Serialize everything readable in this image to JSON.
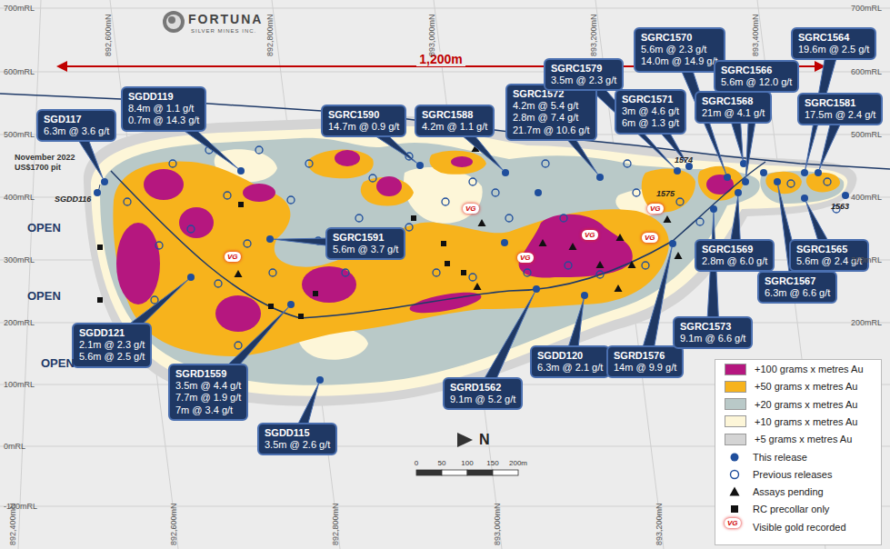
{
  "diagram": {
    "nodes": [
      {
        "text": [
          "SGD117",
          "6.3m @ 3.6 g/t"
        ]
      },
      {
        "text": [
          "SGDD119",
          "8.4m @ 1.1 g/t",
          "0.7m @ 14.3 g/t"
        ]
      },
      {
        "text": [
          "SGRC1590",
          "14.7m @ 0.9 g/t"
        ]
      },
      {
        "text": [
          "SGRC1588",
          "4.2m @ 1.1 g/t"
        ]
      },
      {
        "text": [
          "SGRC1572",
          "4.2m @ 5.4 g/t",
          "2.8m @ 7.4 g/t",
          "21.7m @ 10.6 g/t"
        ]
      },
      {
        "text": [
          "SGRC1579",
          "3.5m @ 2.3 g/t"
        ]
      },
      {
        "text": [
          "SGRC1571",
          "3m @ 4.6 g/t",
          "6m @ 1.3 g/t"
        ]
      },
      {
        "text": [
          "SGRC1570",
          "5.6m @ 2.3 g/t",
          "14.0m @ 14.9 g/t"
        ]
      },
      {
        "text": [
          "SGRC1566",
          "5.6m @ 12.0 g/t"
        ]
      },
      {
        "text": [
          "SGRC1564",
          "19.6m @ 2.5 g/t"
        ]
      },
      {
        "text": [
          "SGRC1568",
          "21m @ 4.1 g/t"
        ]
      },
      {
        "text": [
          "SGRC1581",
          "17.5m @ 2.4 g/t"
        ]
      },
      {
        "text": [
          "SGRC1591",
          "5.6m @ 3.7 g/t"
        ]
      },
      {
        "text": [
          "SGDD121",
          "2.1m @ 2.3 g/t",
          "5.6m @ 2.5 g/t"
        ]
      },
      {
        "text": [
          "SGRD1559",
          "3.5m @ 4.4 g/t",
          "7.7m @ 1.9 g/t",
          "7m @ 3.4 g/t"
        ]
      },
      {
        "text": [
          "SGDD115",
          "3.5m @ 2.6 g/t"
        ]
      },
      {
        "text": [
          "SGRD1562",
          "9.1m @ 5.2 g/t"
        ]
      },
      {
        "text": [
          "SGDD120",
          "6.3m @ 2.1 g/t"
        ]
      },
      {
        "text": [
          "SGRD1576",
          "14m @ 9.9 g/t"
        ]
      },
      {
        "text": [
          "SGRC1573",
          "9.1m @ 6.6 g/t"
        ]
      },
      {
        "text": [
          "SGRC1569",
          "2.8m @ 6.0 g/t"
        ]
      },
      {
        "text": [
          "SGRC1567",
          "6.3m @ 6.6 g/t"
        ]
      },
      {
        "text": [
          "SGRC1565",
          "5.6m @ 2.4 g/t"
        ]
      }
    ],
    "labels": [
      "FORTUNA",
      "SILVER MINES INC.",
      "1,200m",
      "700mRL",
      "600mRL",
      "500mRL",
      "400mRL",
      "300mRL",
      "200mRL",
      "100mRL",
      "0mRL",
      "-100mRL",
      "700mRL",
      "600mRL",
      "500mRL",
      "400mRL",
      "300mRL",
      "200mRL",
      "892,600mN",
      "892,800mN",
      "893,000mN",
      "893,200mN",
      "893,400mN",
      "892,400mN",
      "892,600mN",
      "892,800mN",
      "893,000mN",
      "893,200mN",
      "November 2022 US$1700 pit",
      "SGDD116",
      "OPEN",
      "OPEN",
      "OPEN",
      "1574",
      "1575",
      "1563",
      "VG",
      "VG",
      "VG",
      "VG",
      "VG",
      "VG",
      "N",
      "0",
      "50",
      "100",
      "150",
      "200m",
      "VG"
    ],
    "legend": [
      {
        "text": "+100 grams x metres Au",
        "color": "#b5177f"
      },
      {
        "text": "+50 grams x metres Au",
        "color": "#f7b31c"
      },
      {
        "text": "+20 grams x metres Au",
        "color": "#b9c9c8"
      },
      {
        "text": "+10 grams x metres Au",
        "color": "#fdf6d8"
      },
      {
        "text": "+5 grams x metres Au",
        "color": "#d4d4d4"
      },
      {
        "text": "This release"
      },
      {
        "text": "Previous releases"
      },
      {
        "text": "Assays pending"
      },
      {
        "text": "RC precollar only"
      },
      {
        "text": "Visible gold recorded"
      }
    ]
  }
}
